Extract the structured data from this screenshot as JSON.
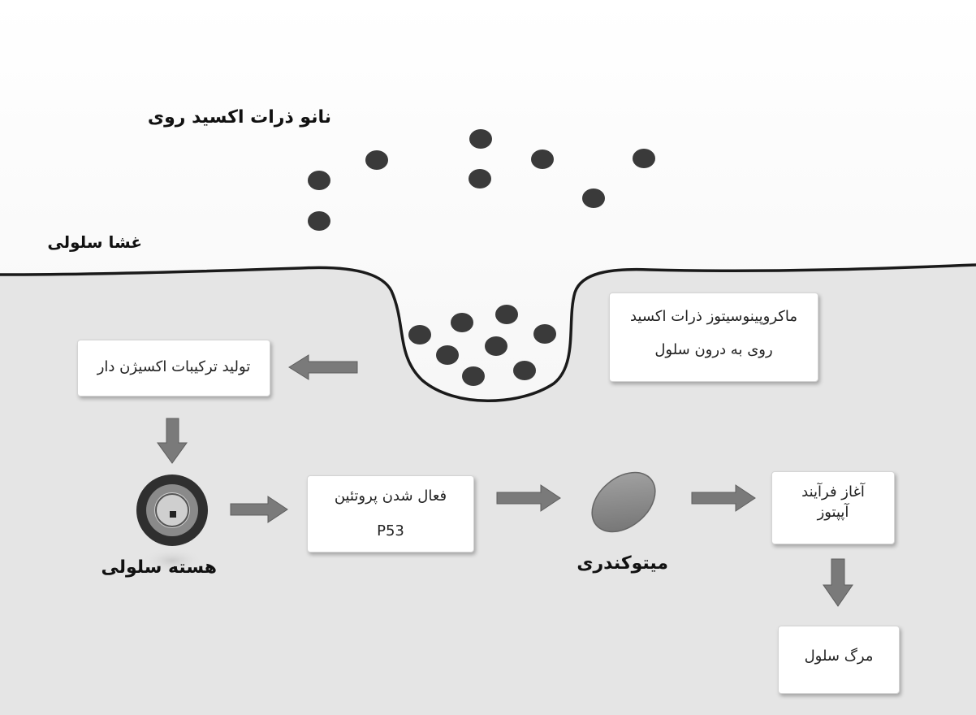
{
  "labels": {
    "nanoparticles": "نانو ذرات اکسید روی",
    "membrane": "غشا سلولی",
    "nucleus": "هسته سلولی",
    "mitochondria": "میتوکندری"
  },
  "boxes": {
    "macropinocytosis": {
      "line1": "ماکروپینوسیتوز ذرات اکسید",
      "line2": "روی به درون سلول"
    },
    "oxygen_compounds": {
      "line1": "تولید ترکیبات اکسیژن دار"
    },
    "p53": {
      "line1": "فعال شدن پروتئین",
      "line2": "P53"
    },
    "apoptosis": {
      "line1": "آغاز فرآیند",
      "line2": "آپپتوز"
    },
    "cell_death": {
      "line1": "مرگ سلول"
    }
  },
  "colors": {
    "cytoplasm": "#e5e5e5",
    "extracellular": "#f7f7f7",
    "particle": "#3a3a3a",
    "arrow": "#7a7a7a",
    "mitochondrion": "#8e8e8e"
  }
}
